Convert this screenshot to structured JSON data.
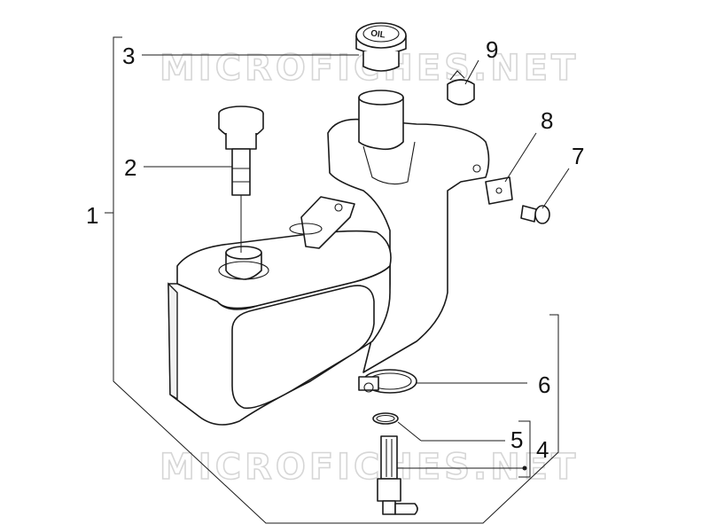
{
  "watermark": "MICROFICHES.NET",
  "cap_text": "OIL",
  "callouts": {
    "c1": "1",
    "c2": "2",
    "c3": "3",
    "c4": "4",
    "c5": "5",
    "c6": "6",
    "c7": "7",
    "c8": "8",
    "c9": "9"
  }
}
